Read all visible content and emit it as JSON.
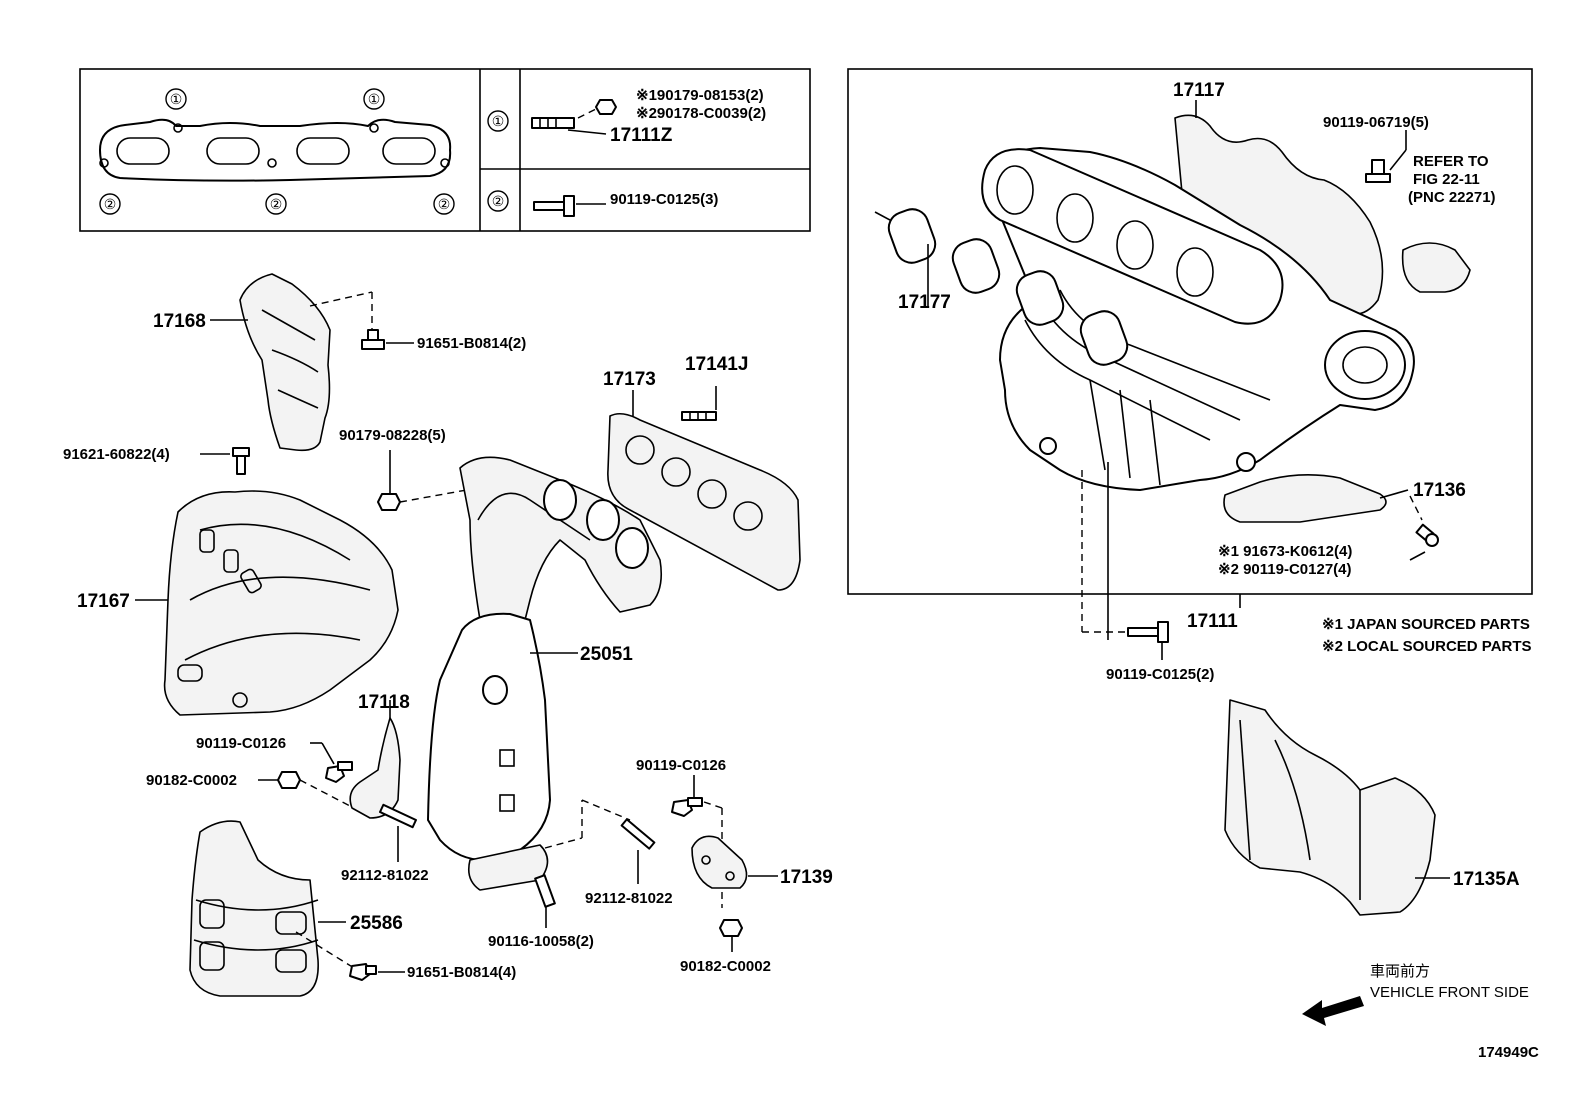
{
  "callouts": {
    "l17111z": "17111Z",
    "l90119c0125_3": "90119-C0125(3)",
    "ref1": "※190179-08153(2)",
    "ref2": "※290178-C0039(2)",
    "l17117": "17117",
    "l90119_06719": "90119-06719(5)",
    "refer1": "REFER TO",
    "refer2": "FIG 22-11",
    "refer3": "(PNC 22271)",
    "l17177": "17177",
    "l17136": "17136",
    "s1": "※1 91673-K0612(4)",
    "s2": "※2 90119-C0127(4)",
    "l17111": "17111",
    "l90119c0125_2": "90119-C0125(2)",
    "l17168": "17168",
    "l91651b0814_2": "91651-B0814(2)",
    "l17173": "17173",
    "l17141j": "17141J",
    "l91621": "91621-60822(4)",
    "l90179": "90179-08228(5)",
    "l17167": "17167",
    "l25051": "25051",
    "l17118": "17118",
    "l90119c0126a": "90119-C0126",
    "l90182a": "90182-C0002",
    "l90119c0126b": "90119-C0126",
    "l17139": "17139",
    "l92112a": "92112-81022",
    "l92112b": "92112-81022",
    "l90116": "90116-10058(2)",
    "l90182b": "90182-C0002",
    "l25586": "25586",
    "l91651b0814_4": "91651-B0814(4)",
    "l17135a": "17135A"
  },
  "legend": {
    "japan": "※1 JAPAN SOURCED PARTS",
    "local": "※2 LOCAL SOURCED PARTS"
  },
  "gasket_key": {
    "one": "①",
    "two": "②"
  },
  "direction": {
    "jp": "車両前方",
    "en": "VEHICLE FRONT SIDE"
  },
  "figure_id": "174949C"
}
